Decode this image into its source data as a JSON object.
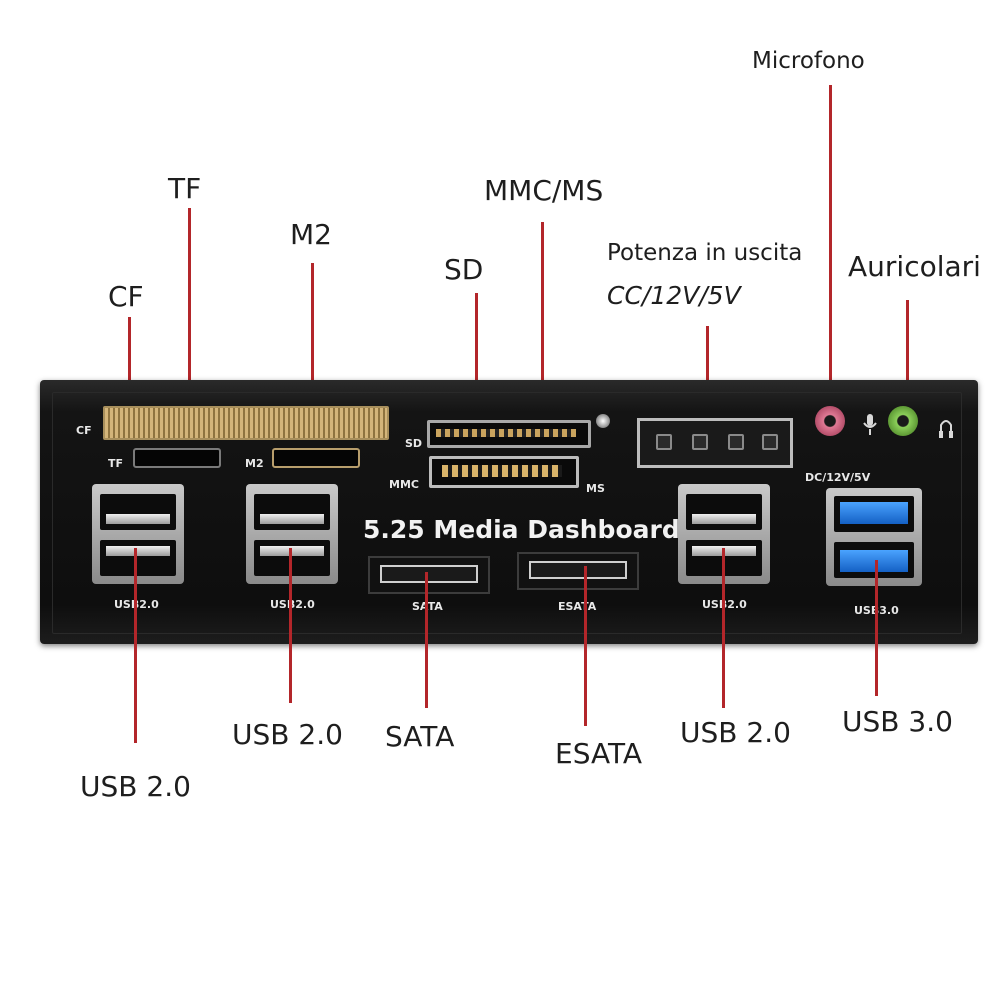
{
  "callouts": {
    "cf": "CF",
    "tf": "TF",
    "m2": "M2",
    "sd": "SD",
    "mmc_ms": "MMC/MS",
    "power_line1": "Potenza in uscita",
    "power_line2": "CC/12V/5V",
    "microfono": "Microfono",
    "auricolari": "Auricolari",
    "usb20_a": "USB 2.0",
    "usb20_b": "USB 2.0",
    "sata": "SATA",
    "esata": "ESATA",
    "usb20_c": "USB 2.0",
    "usb30": "USB 3.0"
  },
  "panel": {
    "title": "5.25 Media Dashboard",
    "cf": "CF",
    "tf": "TF",
    "m2": "M2",
    "sd": "SD",
    "mmc": "MMC",
    "ms": "MS",
    "dc": "DC/12V/5V",
    "usb1": "USB2.0",
    "usb2": "USB2.0",
    "sata": "SATA",
    "esata": "ESATA",
    "usb3": "USB2.0",
    "usb4": "USB3.0"
  },
  "colors": {
    "lead_line": "#b3262a",
    "mic_jack": "#e07a95",
    "headphone_jack": "#8ccf5a",
    "usb3_blue": "#1e7be0"
  }
}
